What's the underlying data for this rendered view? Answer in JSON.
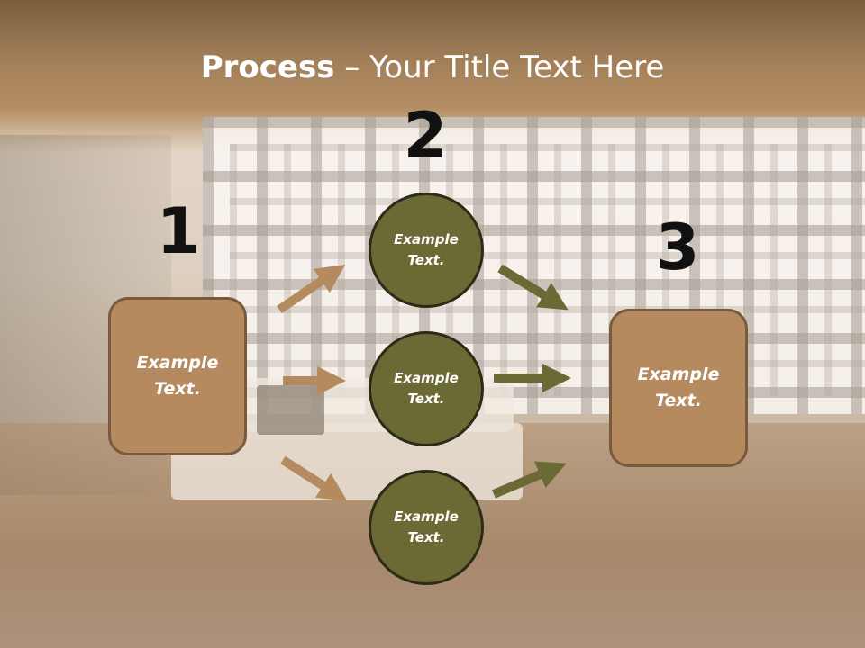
{
  "slide": {
    "title_bold": "Process",
    "title_rest": " – Your Title Text Here",
    "steps": [
      {
        "number": "1",
        "label": "Example\nText."
      },
      {
        "number": "2",
        "label": "Example\nText."
      },
      {
        "number": "3",
        "label": "Example\nText."
      }
    ],
    "circles": [
      {
        "label": "Example\nText."
      },
      {
        "label": "Example\nText."
      },
      {
        "label": "Example\nText."
      }
    ],
    "colors": {
      "box_fill": "#b58a5f",
      "circle_fill": "#6b6a35",
      "arrow_tan": "#b58a5f",
      "arrow_olive": "#6b6a35"
    }
  }
}
